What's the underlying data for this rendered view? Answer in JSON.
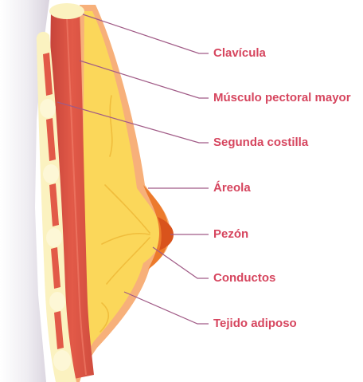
{
  "colors": {
    "label_text": "#d6455e",
    "leader_line": "#a05a86",
    "chest_wall": "#ebe8ef",
    "rib_cream": "#fbf2c0",
    "rib_red": "#e25a48",
    "muscle": "#e25a48",
    "muscle_dark": "#c7443a",
    "fat": "#fbd75a",
    "skin": "#f7b07a",
    "areola": "#ec7a2c",
    "nipple": "#d9531c"
  },
  "labels": [
    {
      "text": "Clavícula"
    },
    {
      "text": "Músculo pectoral mayor"
    },
    {
      "text": "Segunda costilla"
    },
    {
      "text": "Áreola"
    },
    {
      "text": "Pezón"
    },
    {
      "text": "Conductos"
    },
    {
      "text": "Tejido adiposo"
    }
  ]
}
